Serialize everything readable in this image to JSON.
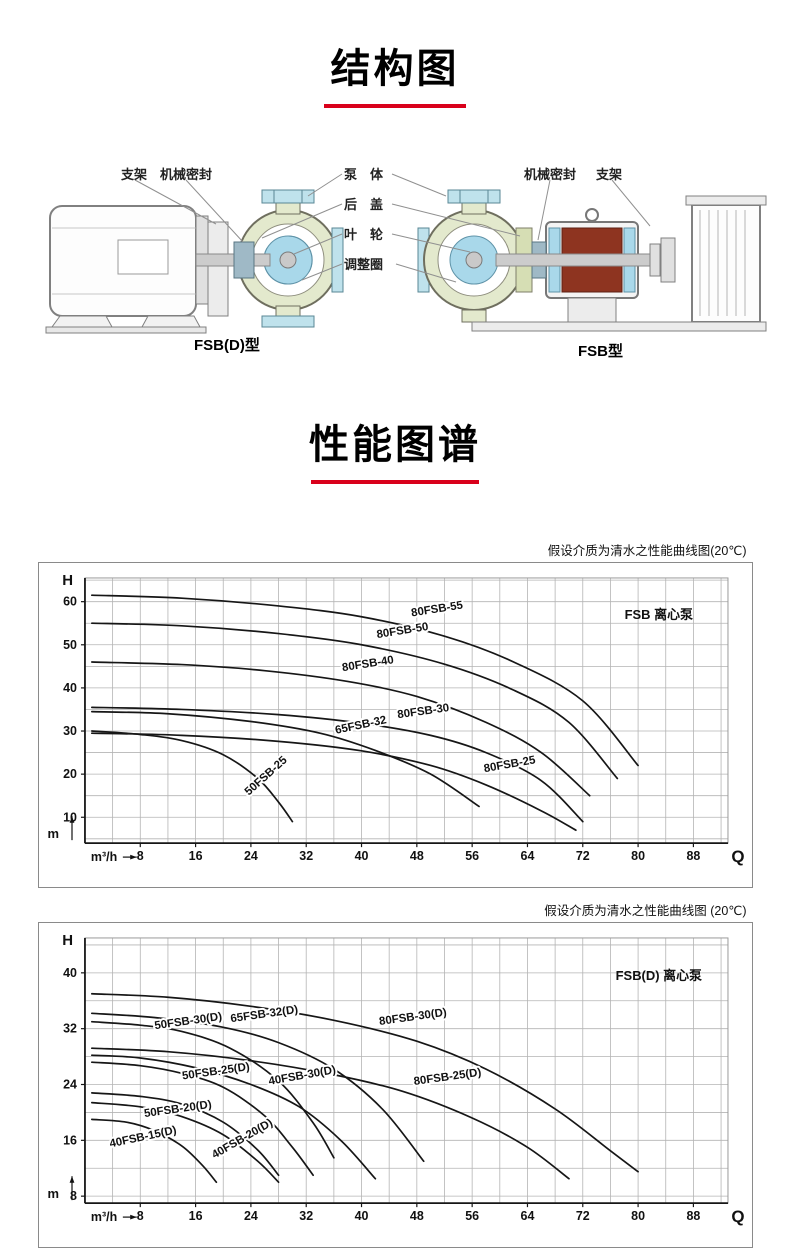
{
  "accent_red": "#d9001b",
  "sections": {
    "structure": {
      "title": "结构图"
    },
    "performance": {
      "title": "性能图谱"
    }
  },
  "diagram": {
    "labels": {
      "bracket_left": "支架",
      "seal_left": "机械密封",
      "pump_body": "泵　体",
      "rear_cover": "后　盖",
      "impeller": "叶　轮",
      "adjust_ring": "调整圈",
      "seal_right": "机械密封",
      "bracket_right": "支架"
    },
    "captions": {
      "left": "FSB(D)型",
      "right": "FSB型"
    }
  },
  "chart_data": [
    {
      "type": "line",
      "title": "假设介质为清水之性能曲线图(20℃)",
      "corner_label": "FSB 离心泵",
      "corner_at": [
        83,
        56
      ],
      "axis": {
        "y_top": "H",
        "y_bottom": "m",
        "x_label": "m³/h",
        "x_end": "Q"
      },
      "xlim": [
        0,
        93
      ],
      "ylim": [
        4,
        65.5
      ],
      "x_ticks": [
        8,
        16,
        24,
        32,
        40,
        48,
        56,
        64,
        72,
        80,
        88
      ],
      "y_ticks": [
        10,
        20,
        30,
        40,
        50,
        60
      ],
      "grid_x_step": 4,
      "grid_y_step": 5,
      "grid": true,
      "legend_position": "top-right",
      "series": [
        {
          "name": "80FSB-55",
          "label_at": [
            51,
            57.5
          ],
          "label_angle": -9,
          "points": [
            [
              1,
              61.5
            ],
            [
              14,
              60.8
            ],
            [
              28,
              59
            ],
            [
              40,
              56.5
            ],
            [
              52,
              52
            ],
            [
              62,
              46
            ],
            [
              72,
              37
            ],
            [
              80,
              22
            ]
          ]
        },
        {
          "name": "80FSB-50",
          "label_at": [
            46,
            52.5
          ],
          "label_angle": -9,
          "points": [
            [
              1,
              55
            ],
            [
              14,
              54.4
            ],
            [
              28,
              52.6
            ],
            [
              40,
              50
            ],
            [
              52,
              45.5
            ],
            [
              62,
              39.5
            ],
            [
              70,
              32
            ],
            [
              77,
              19
            ]
          ]
        },
        {
          "name": "80FSB-40",
          "label_at": [
            41,
            44.8
          ],
          "label_angle": -9,
          "points": [
            [
              1,
              46
            ],
            [
              14,
              45.4
            ],
            [
              26,
              44
            ],
            [
              38,
              41.5
            ],
            [
              48,
              38
            ],
            [
              58,
              32
            ],
            [
              66,
              25
            ],
            [
              73,
              15
            ]
          ]
        },
        {
          "name": "80FSB-30",
          "label_at": [
            49,
            33.8
          ],
          "label_angle": -8,
          "points": [
            [
              1,
              35.5
            ],
            [
              14,
              35
            ],
            [
              28,
              33.8
            ],
            [
              40,
              31.8
            ],
            [
              50,
              29
            ],
            [
              58,
              25
            ],
            [
              66,
              18.5
            ],
            [
              72,
              9
            ]
          ]
        },
        {
          "name": "65FSB-32",
          "label_at": [
            40,
            30.6
          ],
          "label_angle": -12,
          "points": [
            [
              1,
              34.5
            ],
            [
              12,
              34
            ],
            [
              24,
              32.2
            ],
            [
              34,
              29.5
            ],
            [
              42,
              25.5
            ],
            [
              50,
              20
            ],
            [
              57,
              12.5
            ]
          ]
        },
        {
          "name": "80FSB-25",
          "label_at": [
            61.5,
            21.5
          ],
          "label_angle": -10,
          "points": [
            [
              1,
              29.5
            ],
            [
              14,
              29
            ],
            [
              28,
              27.6
            ],
            [
              40,
              25.4
            ],
            [
              50,
              22
            ],
            [
              58,
              17.5
            ],
            [
              66,
              11.5
            ],
            [
              71,
              7
            ]
          ]
        },
        {
          "name": "50FSB-25",
          "label_at": [
            26.5,
            19
          ],
          "label_angle": -42,
          "points": [
            [
              1,
              30
            ],
            [
              8,
              29.2
            ],
            [
              14,
              27.8
            ],
            [
              20,
              24.5
            ],
            [
              25,
              19
            ],
            [
              28,
              13.5
            ],
            [
              30,
              9
            ]
          ]
        }
      ]
    },
    {
      "type": "line",
      "title": "假设介质为清水之性能曲线图 (20℃)",
      "corner_label": "FSB(D) 离心泵",
      "corner_at": [
        83,
        39
      ],
      "axis": {
        "y_top": "H",
        "y_bottom": "m",
        "x_label": "m³/h",
        "x_end": "Q"
      },
      "xlim": [
        0,
        93
      ],
      "ylim": [
        7,
        45
      ],
      "x_ticks": [
        8,
        16,
        24,
        32,
        40,
        48,
        56,
        64,
        72,
        80,
        88
      ],
      "y_ticks": [
        8,
        16,
        24,
        32,
        40
      ],
      "grid_x_step": 4,
      "grid_y_step": 4,
      "grid": true,
      "legend_position": "top-right",
      "series": [
        {
          "name": "80FSB-30(D)",
          "label_at": [
            47.5,
            33.2
          ],
          "label_angle": -8,
          "points": [
            [
              1,
              37
            ],
            [
              12,
              36.5
            ],
            [
              24,
              35.2
            ],
            [
              36,
              33.2
            ],
            [
              48,
              30.2
            ],
            [
              58,
              26.2
            ],
            [
              68,
              20.5
            ],
            [
              76,
              14.5
            ],
            [
              80,
              11.5
            ]
          ]
        },
        {
          "name": "65FSB-32(D)",
          "label_at": [
            26,
            33.6
          ],
          "label_angle": -8,
          "points": [
            [
              1,
              34.2
            ],
            [
              10,
              33.6
            ],
            [
              20,
              32.2
            ],
            [
              28,
              30
            ],
            [
              36,
              26.2
            ],
            [
              43,
              20.5
            ],
            [
              49,
              13
            ]
          ]
        },
        {
          "name": "50FSB-30(D)",
          "label_at": [
            15,
            32.6
          ],
          "label_angle": -8,
          "points": [
            [
              1,
              33
            ],
            [
              8,
              32.5
            ],
            [
              14,
              31.6
            ],
            [
              21,
              29.2
            ],
            [
              28,
              24.5
            ],
            [
              33,
              18.5
            ],
            [
              36,
              13.5
            ]
          ]
        },
        {
          "name": "80FSB-25(D)",
          "label_at": [
            52.5,
            24.6
          ],
          "label_angle": -8,
          "points": [
            [
              1,
              29.2
            ],
            [
              12,
              28.7
            ],
            [
              24,
              27.4
            ],
            [
              36,
              25.4
            ],
            [
              46,
              23
            ],
            [
              56,
              19.2
            ],
            [
              64,
              15
            ],
            [
              70,
              10.5
            ]
          ]
        },
        {
          "name": "40FSB-30(D)",
          "label_at": [
            31.5,
            24.8
          ],
          "label_angle": -10,
          "points": [
            [
              1,
              28.2
            ],
            [
              8,
              27.8
            ],
            [
              16,
              26.4
            ],
            [
              24,
              24
            ],
            [
              31,
              20.8
            ],
            [
              37,
              16
            ],
            [
              42,
              10.5
            ]
          ]
        },
        {
          "name": "50FSB-25(D)",
          "label_at": [
            19,
            25.4
          ],
          "label_angle": -8,
          "points": [
            [
              1,
              27.2
            ],
            [
              8,
              26.7
            ],
            [
              14,
              25.6
            ],
            [
              20,
              23.6
            ],
            [
              26,
              19.5
            ],
            [
              30,
              15
            ],
            [
              33,
              11
            ]
          ]
        },
        {
          "name": "50FSB-20(D)",
          "label_at": [
            13.5,
            20
          ],
          "label_angle": -8,
          "points": [
            [
              1,
              22.8
            ],
            [
              8,
              22.3
            ],
            [
              14,
              21.2
            ],
            [
              20,
              18.6
            ],
            [
              25,
              14.6
            ],
            [
              28,
              11
            ]
          ]
        },
        {
          "name": "40FSB-20(D)",
          "label_at": [
            23,
            15.8
          ],
          "label_angle": -30,
          "points": [
            [
              1,
              21.4
            ],
            [
              8,
              20.8
            ],
            [
              14,
              19.4
            ],
            [
              20,
              16.8
            ],
            [
              25,
              13
            ],
            [
              28,
              10
            ]
          ]
        },
        {
          "name": "40FSB-15(D)",
          "label_at": [
            8.5,
            16
          ],
          "label_angle": -12,
          "points": [
            [
              1,
              19
            ],
            [
              6,
              18.6
            ],
            [
              10,
              17.4
            ],
            [
              14,
              15.2
            ],
            [
              17,
              12.4
            ],
            [
              19,
              10
            ]
          ]
        }
      ]
    }
  ]
}
